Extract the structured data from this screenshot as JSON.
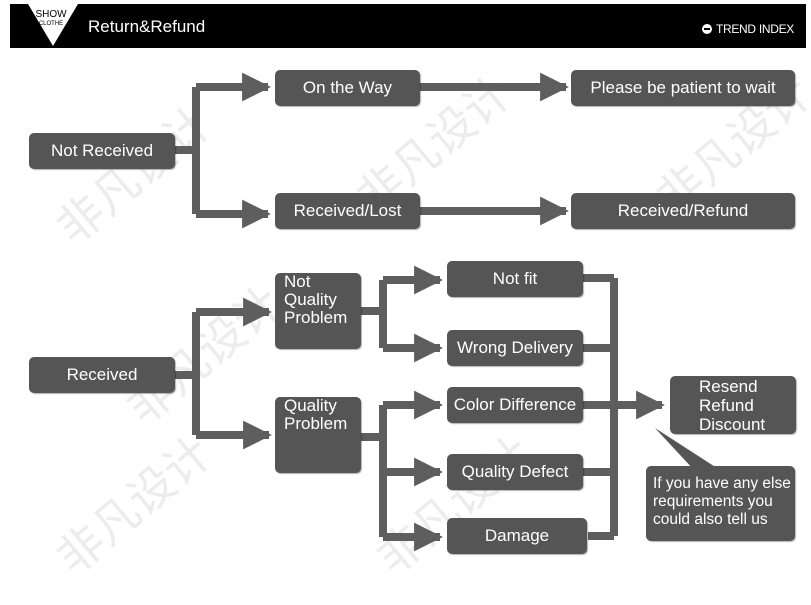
{
  "header": {
    "logo_line1": "SHOW",
    "logo_line2": "CLOTHE",
    "title": "Return&Refund",
    "brand": "TREND INDEX"
  },
  "watermark": "非凡设计",
  "nodes": {
    "not_received": "Not Received",
    "on_the_way": "On the Way",
    "please_wait": "Please be patient to wait",
    "received_lost": "Received/Lost",
    "received_refund": "Received/Refund",
    "received": "Received",
    "not_quality_problem": [
      "Not",
      "Quality",
      "Problem"
    ],
    "quality_problem": [
      "Quality",
      "Problem"
    ],
    "not_fit": "Not fit",
    "wrong_delivery": "Wrong Delivery",
    "color_difference": "Color Difference",
    "quality_defect": "Quality Defect",
    "damage": "Damage",
    "resolution": [
      "Resend",
      "Refund",
      "Discount"
    ],
    "note": [
      "If you have any else",
      "requirements you",
      "could also tell us"
    ]
  },
  "colors": {
    "box": "#555555",
    "line": "#5e5e5e",
    "header": "#000000"
  }
}
